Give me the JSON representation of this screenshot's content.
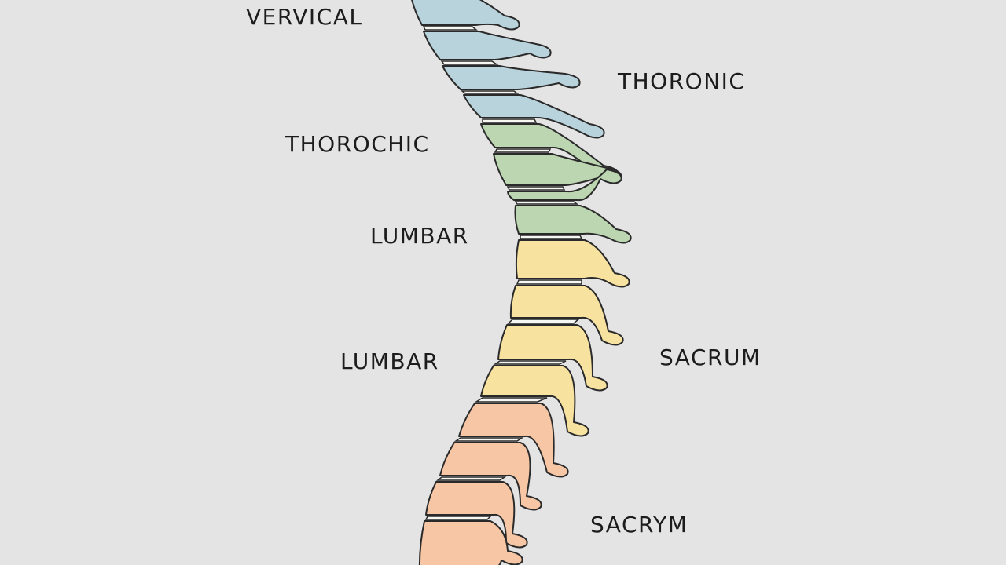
{
  "labels": [
    {
      "text": "VERVICAL"
    },
    {
      "text": "THORONIC"
    },
    {
      "text": "THOROCHIC"
    },
    {
      "text": "LUMBAR"
    },
    {
      "text": "LUMBAR"
    },
    {
      "text": "SACRUM"
    },
    {
      "text": "SACRYM"
    }
  ],
  "regions": [
    {
      "color": "#b9d3dc",
      "vertebrae": 4
    },
    {
      "color": "#bcd6b2",
      "vertebrae": 4
    },
    {
      "color": "#f7e2a0",
      "vertebrae": 4
    },
    {
      "color": "#f7c6a4",
      "vertebrae": 4
    }
  ],
  "colors": {
    "background": "#e4e4e4",
    "outline": "#2a2a2a"
  }
}
